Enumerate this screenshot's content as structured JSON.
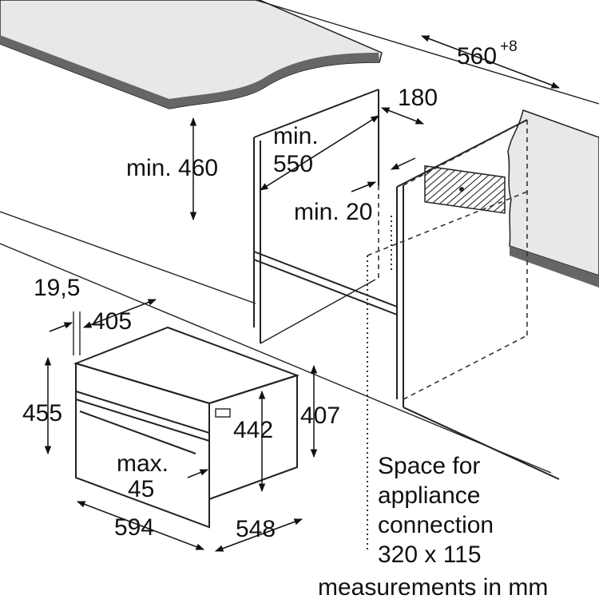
{
  "dimensions": {
    "niche_width": "560",
    "niche_width_tolerance": "+8",
    "rear_cutout_depth": "180",
    "min_depth": "min. 550",
    "min_depth_line1": "min.",
    "min_depth_line2": "550",
    "min_height_above": "min. 460",
    "min_gap": "min. 20",
    "front_offset": "19,5",
    "door_depth_offset": "405",
    "front_height": "455",
    "body_height": "442",
    "niche_height": "407",
    "door_protrusion_line1": "max.",
    "door_protrusion_line2": "45",
    "front_width": "594",
    "body_depth": "548"
  },
  "notes": {
    "connection_line1": "Space for",
    "connection_line2": "appliance",
    "connection_line3": "connection",
    "connection_line4": "320 x 115",
    "units": "measurements in mm"
  }
}
